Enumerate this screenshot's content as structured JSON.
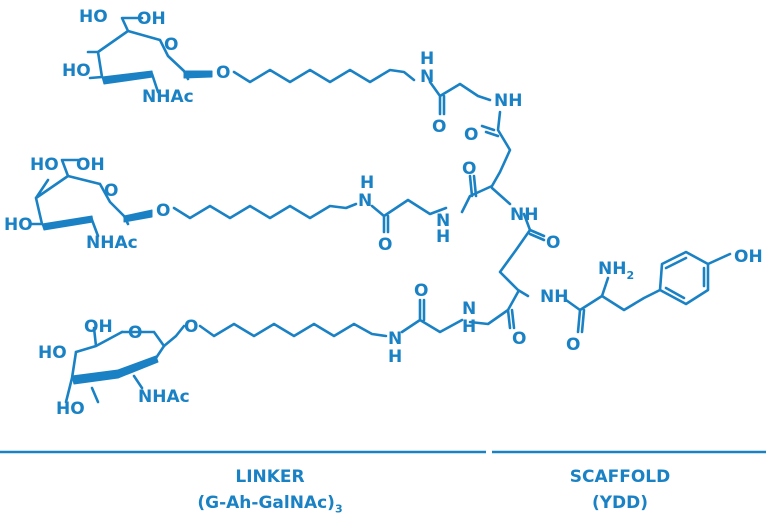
{
  "colors": {
    "structure": "#1a82c4",
    "background": "#ffffff"
  },
  "labels": {
    "oh": "OH",
    "ho": "HO",
    "o": "O",
    "n": "N",
    "h": "H",
    "nh": "NH",
    "nhac": "NHAc",
    "nh2": "NH",
    "nh2_sub": "2"
  },
  "sections": {
    "linker": {
      "title": "LINKER",
      "subtitle": "(G-Ah-GalNAc)",
      "subtitle_sub": "3"
    },
    "scaffold": {
      "title": "SCAFFOLD",
      "subtitle": "(YDD)"
    }
  }
}
